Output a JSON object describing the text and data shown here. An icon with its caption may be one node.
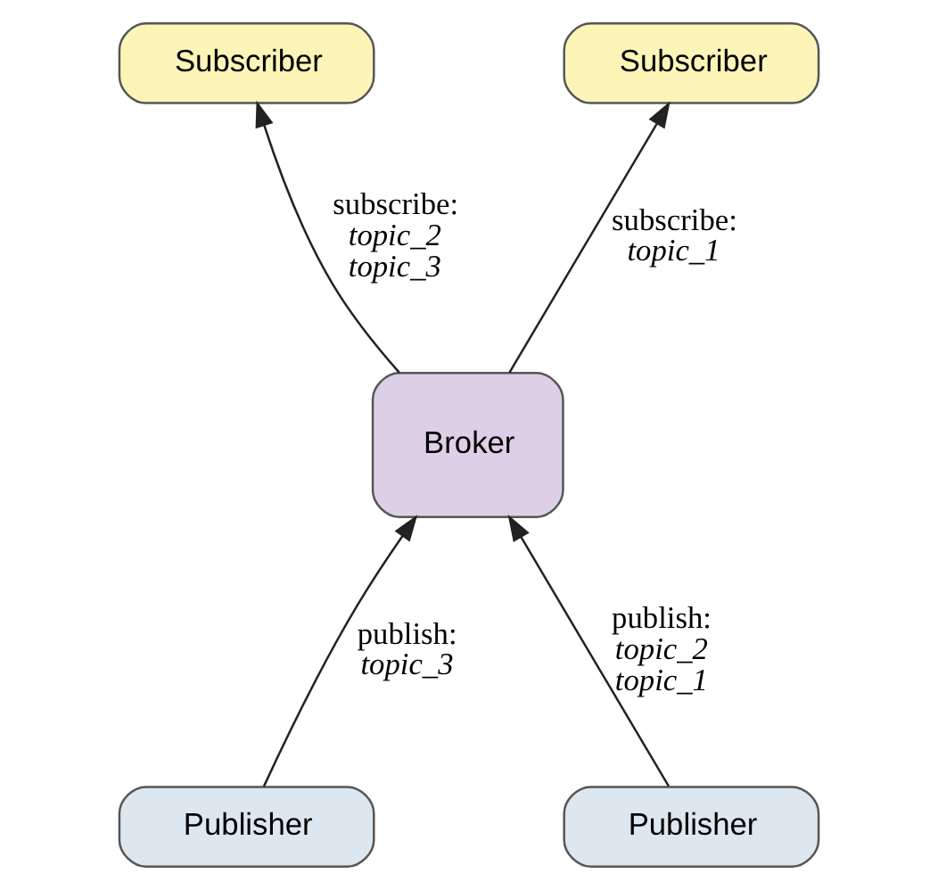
{
  "diagram": {
    "nodes": [
      {
        "text": [
          "Subscriber"
        ]
      },
      {
        "text": [
          "Subscriber"
        ]
      },
      {
        "text": [
          "Broker"
        ]
      },
      {
        "text": [
          "Publisher"
        ]
      },
      {
        "text": [
          "Publisher"
        ]
      }
    ],
    "edges": [
      {
        "from": 2,
        "to": 0,
        "arrow": "to",
        "label": "subscribe: topic_2 topic_3"
      },
      {
        "from": 2,
        "to": 1,
        "arrow": "to",
        "label": "subscribe: topic_1"
      },
      {
        "from": 3,
        "to": 2,
        "arrow": "to",
        "label": "publish: topic_3"
      },
      {
        "from": 4,
        "to": 2,
        "arrow": "to",
        "label": "publish: topic_2 topic_1"
      }
    ]
  }
}
